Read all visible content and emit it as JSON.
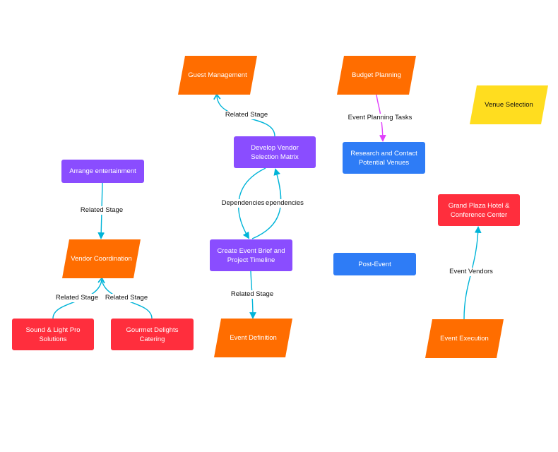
{
  "colors": {
    "orange": "#ff6d00",
    "purple": "#8a4dff",
    "blue": "#2e7cf6",
    "red": "#ff2e3d",
    "yellow": "#ffdd1f",
    "edge_cyan": "#00b4d8",
    "edge_magenta": "#e040fb"
  },
  "nodes": {
    "guest_management": "Guest Management",
    "budget_planning": "Budget Planning",
    "venue_selection": "Venue Selection",
    "develop_vendor_matrix": "Develop Vendor Selection Matrix",
    "research_venues": "Research and Contact Potential Venues",
    "arrange_entertainment": "Arrange entertainment",
    "grand_plaza": "Grand Plaza Hotel & Conference Center",
    "vendor_coordination": "Vendor Coordination",
    "create_event_brief": "Create Event Brief and Project Timeline",
    "post_event": "Post-Event",
    "sound_light": "Sound & Light Pro Solutions",
    "gourmet_catering": "Gourmet Delights Catering",
    "event_definition": "Event Definition",
    "event_execution": "Event Execution"
  },
  "edge_labels": {
    "matrix_to_guest": "Related Stage",
    "budget_to_research": "Event Planning Tasks",
    "entertainment_to_vendor": "Related Stage",
    "brief_to_matrix": "Dependencies",
    "matrix_to_brief": "ependencies",
    "brief_to_definition": "Related Stage",
    "sound_to_vendor": "Related Stage",
    "catering_to_vendor": "Related Stage",
    "execution_to_plaza": "Event Vendors"
  }
}
